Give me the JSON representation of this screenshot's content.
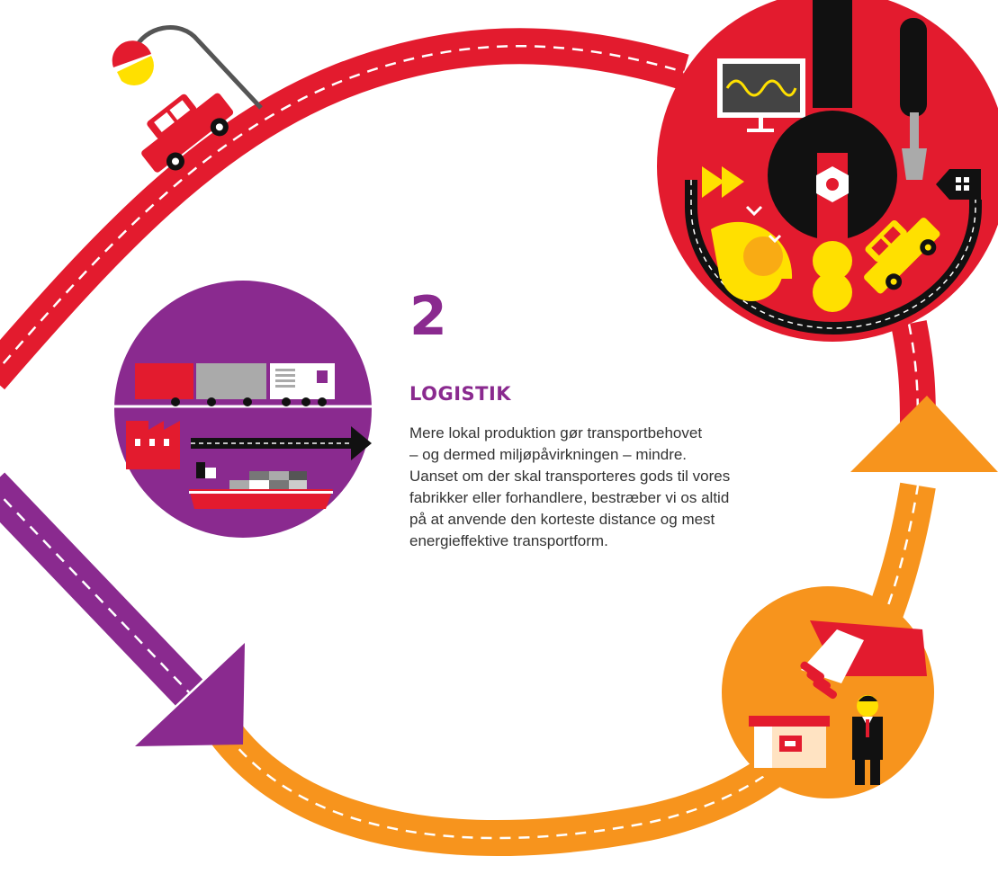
{
  "step": {
    "number": "2",
    "title": "LOGISTIK",
    "lines": [
      "Mere lokal produktion gør transportbehovet",
      "– og dermed miljøpåvirkningen – mindre.",
      "Uanset om der skal transporteres gods til vores",
      "fabrikker eller forhandlere, bestræber vi os altid",
      "på at anvende den korteste distance og mest",
      "energieffektive transportform."
    ]
  },
  "colors": {
    "red": "#e31b2e",
    "orange": "#f7941d",
    "purple": "#8a2a8f",
    "yellow": "#ffe000",
    "black": "#111111",
    "gray": "#aaaaaa"
  },
  "icons": {
    "production_circle": [
      "monitor-icon",
      "wrench-icon",
      "screwdriver-icon",
      "fast-forward-icon",
      "house-icon",
      "car-icon"
    ],
    "logistics_circle": [
      "truck-icon",
      "factory-icon",
      "arrow-icon",
      "ship-icon"
    ],
    "retail_circle": [
      "handshake-icon",
      "shop-icon",
      "salesman-icon"
    ],
    "road": [
      "street-lamp-icon",
      "car-icon"
    ]
  }
}
